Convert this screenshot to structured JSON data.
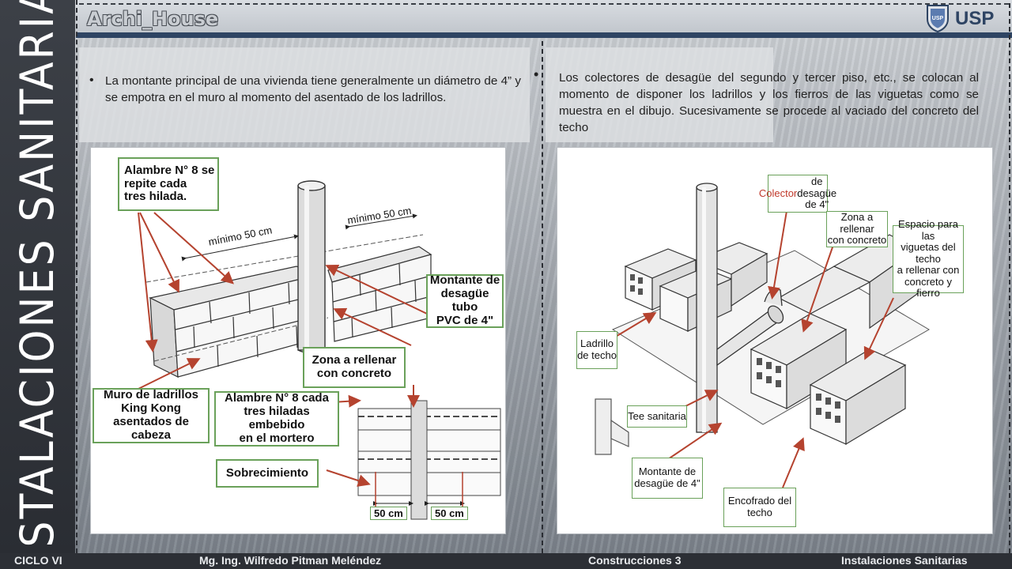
{
  "header": {
    "title": "Archi_House",
    "logo_text": "USP",
    "logo_badge": "USP"
  },
  "side": {
    "title": "INSTALACIONES SANITARIAS"
  },
  "content": {
    "left_bullet": "La montante principal de una vivienda tiene generalmente un diámetro de 4” y se empotra en el muro al momento del asentado de los ladrillos.",
    "right_bullet": "Los colectores de desagüe del segundo y tercer piso, etc., se colocan al momento de disponer los ladrillos y los fierros de las viguetas como se muestra en el dibujo. Sucesivamente se procede al vaciado del concreto del techo"
  },
  "figure_left": {
    "callouts": {
      "alambre_top": "Alambre  N° 8 se\nrepite cada\ntres hilada.",
      "montante": "Montante de\ndesagüe tubo\nPVC de 4\"",
      "zona": "Zona a rellenar\ncon concreto",
      "muro": "Muro de ladrillos\nKing Kong\nasentados de cabeza",
      "alambre_bottom": "Alambre  N° 8 cada\ntres hiladas embebido\nen el mortero",
      "sobrecimiento": "Sobrecimiento"
    },
    "dimensions": {
      "min_left": "mínimo 50 cm",
      "min_right": "mínimo 50 cm",
      "bottom_left": "50 cm",
      "bottom_right": "50 cm"
    }
  },
  "figure_right": {
    "callouts": {
      "colector_red": "Colector",
      "colector_rest": " de\ndesagüe de 4\"",
      "zona": "Zona a rellenar\ncon concreto",
      "espacio": "Espacio para las\nviguetas del techo\na rellenar con\nconcreto y fierro",
      "ladrillo": "Ladrillo\nde techo",
      "tee": "Tee sanitaria",
      "montante": "Montante de\ndesagüe de 4\"",
      "encofrado": "Encofrado del\ntecho"
    }
  },
  "footer": {
    "ciclo": "CICLO VI",
    "teacher": "Mg. Ing. Wilfredo Pitman Meléndez",
    "course": "Construcciones 3",
    "subject": "Instalaciones Sanitarias"
  },
  "colors": {
    "header_bar": "#2e4463",
    "callout_border": "#6aa15a",
    "arrow": "#b5432f",
    "side_band": "#2a2d33"
  }
}
